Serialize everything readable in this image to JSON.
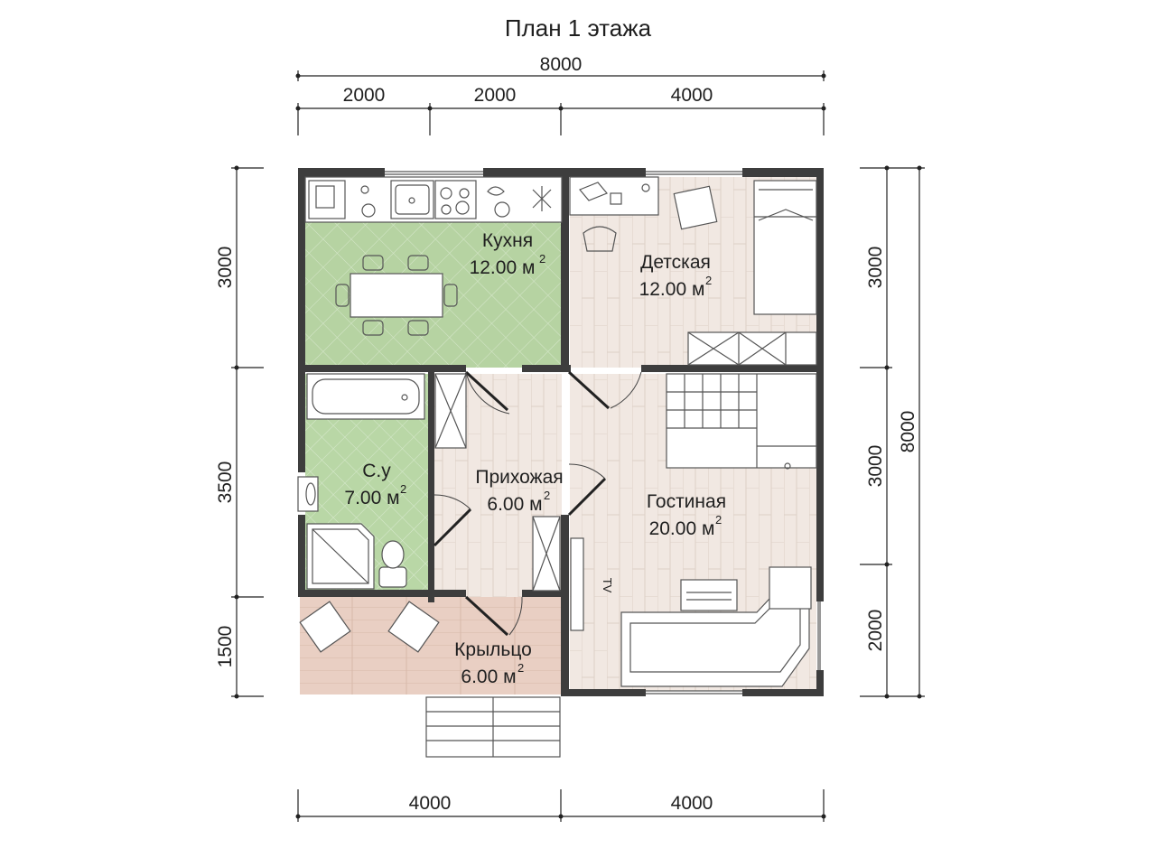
{
  "title": "План 1 этажа",
  "dimensions": {
    "top_total": "8000",
    "top_segments": [
      "2000",
      "2000",
      "4000"
    ],
    "bottom_segments": [
      "4000",
      "4000"
    ],
    "left_segments": [
      "3000",
      "3500",
      "1500"
    ],
    "right_segments": [
      "3000",
      "3000",
      "2000"
    ],
    "right_total": "8000"
  },
  "rooms": [
    {
      "name": "Кухня",
      "area": "12.00 м",
      "sup": "2"
    },
    {
      "name": "Детская",
      "area": "12.00 м",
      "sup": "2"
    },
    {
      "name": "С.у",
      "area": "7.00 м",
      "sup": "2"
    },
    {
      "name": "Прихожая",
      "area": "6.00 м",
      "sup": "2"
    },
    {
      "name": "Гостиная",
      "area": "20.00 м",
      "sup": "2"
    },
    {
      "name": "Крыльцо",
      "area": "6.00 м",
      "sup": "2"
    }
  ],
  "tv_label": "TV",
  "colors": {
    "wall": "#3d3d3d",
    "kitchen_floor": "#b6d3a2",
    "bath_floor": "#b9d7a6",
    "wood_floor": "#f1e8e2",
    "porch_floor": "#e9cfc3"
  }
}
